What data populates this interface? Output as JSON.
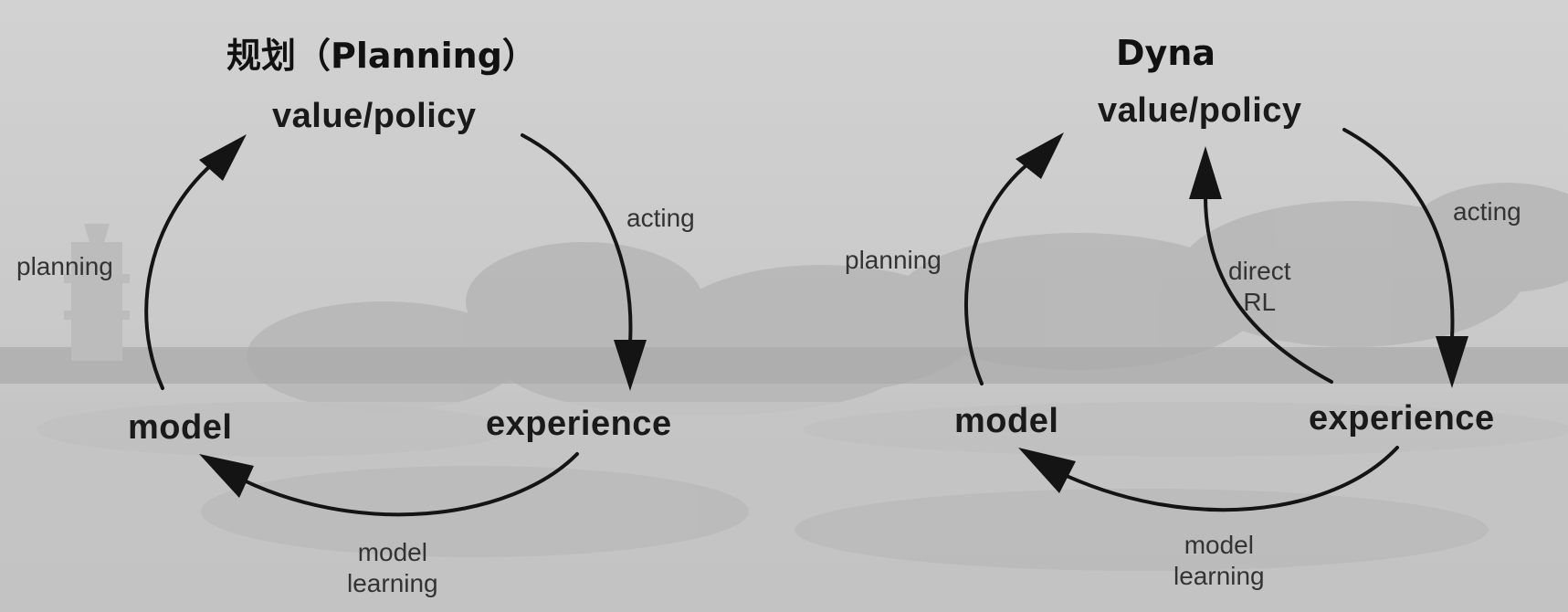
{
  "planning": {
    "title": "规划（Planning）",
    "nodes": {
      "value_policy": "value/policy",
      "experience": "experience",
      "model": "model"
    },
    "edges": {
      "acting": "acting",
      "model_learning": [
        "model",
        "learning"
      ],
      "planning": "planning"
    }
  },
  "dyna": {
    "title": "Dyna",
    "nodes": {
      "value_policy": "value/policy",
      "experience": "experience",
      "model": "model"
    },
    "edges": {
      "acting": "acting",
      "direct_rl": [
        "direct",
        "RL"
      ],
      "model_learning": [
        "model",
        "learning"
      ],
      "planning": "planning"
    }
  },
  "colors": {
    "arrow": "#141414",
    "background": "#cfcfcf"
  }
}
